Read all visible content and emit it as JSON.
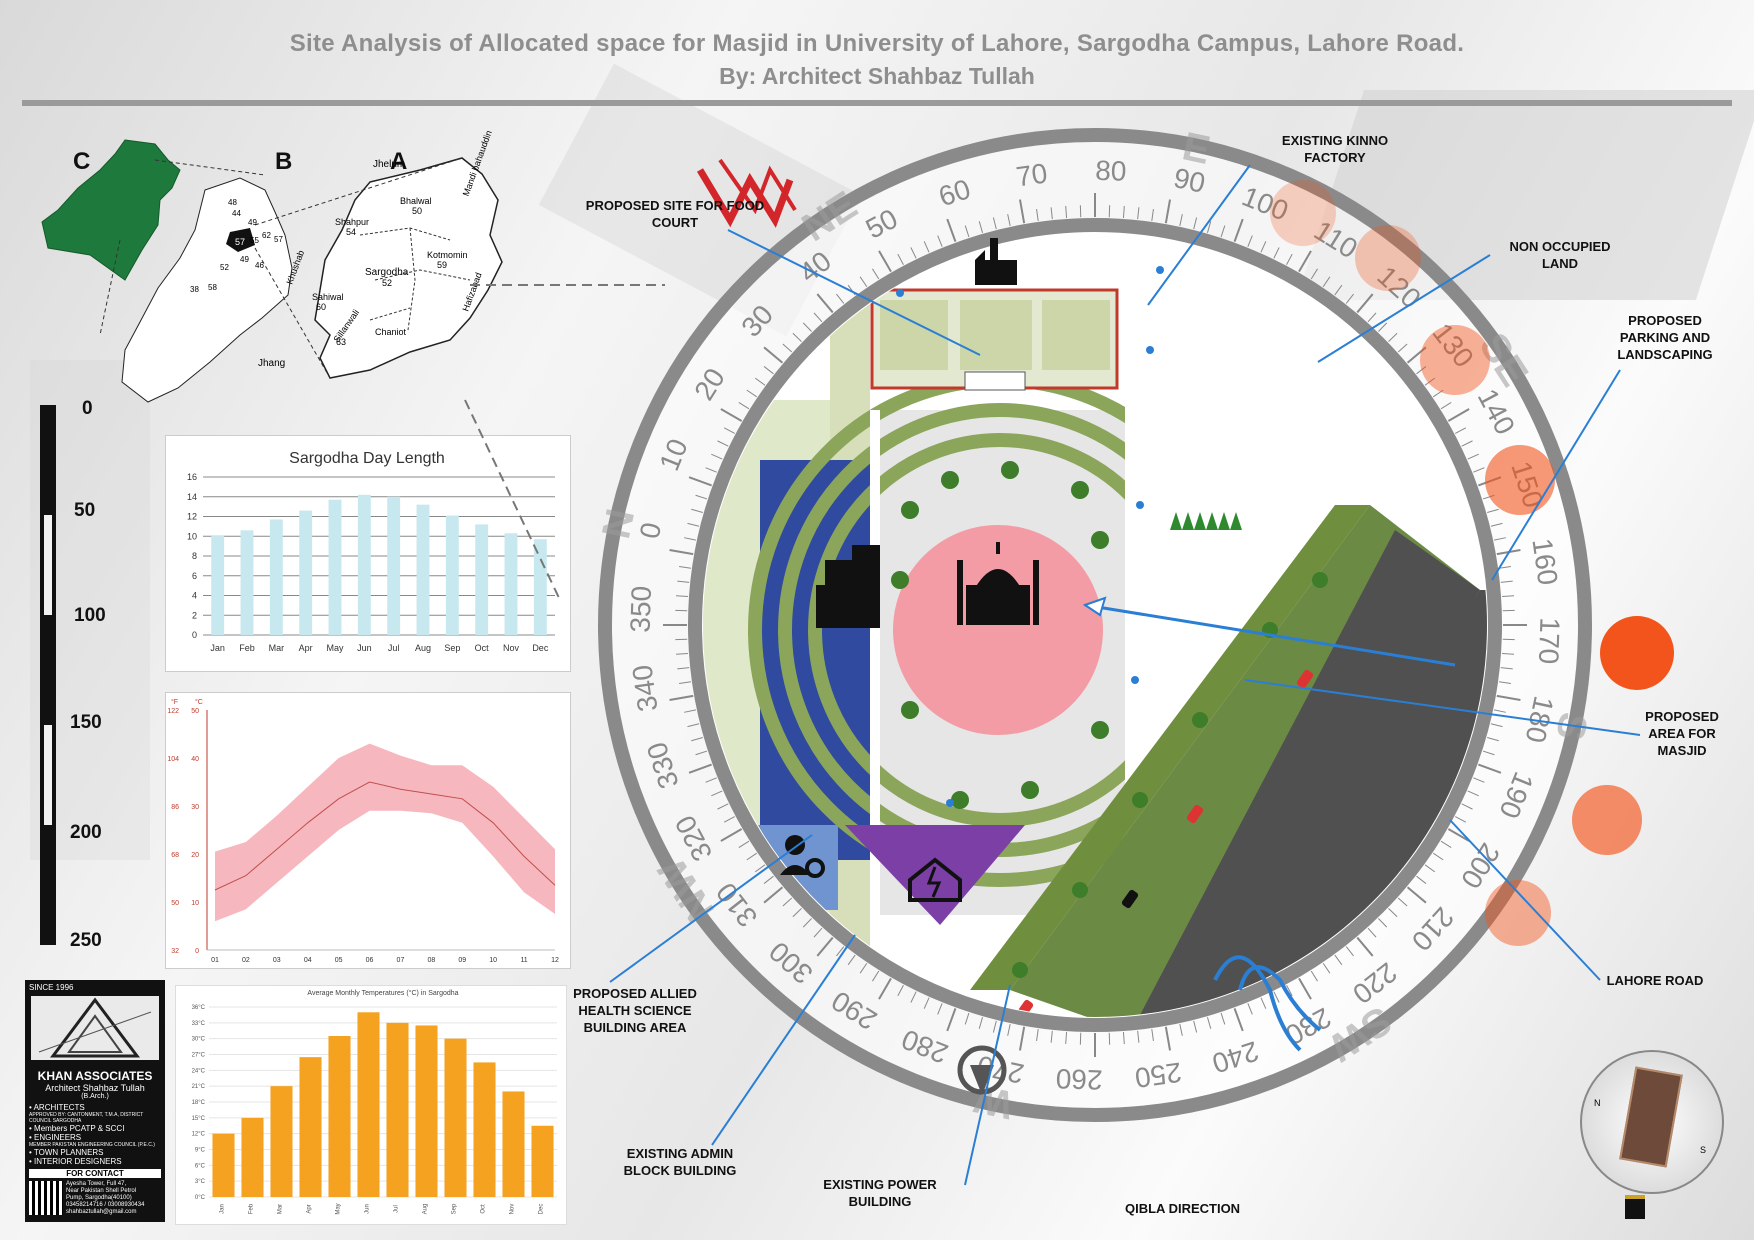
{
  "header": {
    "title": "Site Analysis of Allocated space for Masjid in University of Lahore, Sargodha Campus, Lahore Road.",
    "subtitle": "By: Architect Shahbaz Tullah"
  },
  "location_map": {
    "letters": [
      "C",
      "B",
      "A"
    ],
    "district_labels": [
      "Jhelum",
      "Bhalwal",
      "Mandi bahauddin",
      "Shahpur",
      "Khushab",
      "Kotmomin",
      "Sargodha",
      "Sahiwal",
      "Hafizabad",
      "Sillanwali",
      "Chaniot",
      "Jhang"
    ],
    "district_numbers": [
      "50",
      "54",
      "59",
      "52",
      "60",
      "63"
    ],
    "province_numbers": [
      "48",
      "44",
      "49",
      "62",
      "55",
      "57",
      "52",
      "49",
      "46",
      "38",
      "58"
    ],
    "highlight_number": "57"
  },
  "scale_bar": {
    "ticks": [
      "0",
      "50",
      "100",
      "150",
      "200",
      "250"
    ]
  },
  "day_length_chart": {
    "title": "Sargodha Day Length",
    "yticks": [
      "0",
      "2",
      "4",
      "6",
      "8",
      "10",
      "12",
      "14",
      "16"
    ],
    "months": [
      "Jan",
      "Feb",
      "Mar",
      "Apr",
      "May",
      "Jun",
      "Jul",
      "Aug",
      "Sep",
      "Oct",
      "Nov",
      "Dec"
    ],
    "values": [
      10.1,
      10.6,
      11.7,
      12.6,
      13.7,
      14.2,
      14.0,
      13.2,
      12.1,
      11.2,
      10.3,
      9.7
    ],
    "ylim": [
      0,
      16
    ],
    "bar_color": "#c7e8ef"
  },
  "temp_range_chart": {
    "yticks_f": [
      "32",
      "50",
      "68",
      "86",
      "104",
      "122"
    ],
    "yticks_c": [
      "0",
      "10",
      "20",
      "30",
      "40",
      "50"
    ],
    "unit_f": "°F",
    "unit_c": "°C",
    "months": [
      "01",
      "02",
      "03",
      "04",
      "05",
      "06",
      "07",
      "08",
      "09",
      "10",
      "11",
      "12"
    ],
    "avg": [
      12.5,
      15.5,
      21,
      26.5,
      31.5,
      35,
      33.5,
      32.5,
      31.5,
      26.5,
      19.5,
      13.5
    ],
    "min": [
      6,
      8.5,
      14,
      19.5,
      25,
      29,
      29,
      28.5,
      26.5,
      19.5,
      12,
      7.5
    ],
    "max": [
      20.5,
      22.5,
      28,
      34,
      40,
      43,
      40.5,
      38.5,
      38.5,
      34,
      27.5,
      21
    ],
    "ylim": [
      0,
      50
    ],
    "band_color": "#f6b8be",
    "line_color": "#c0504d"
  },
  "monthly_temp_chart": {
    "title": "Average Monthly Temperatures (°C) in Sargodha",
    "yticks": [
      "0°C",
      "3°C",
      "6°C",
      "9°C",
      "12°C",
      "15°C",
      "18°C",
      "21°C",
      "24°C",
      "27°C",
      "30°C",
      "33°C",
      "36°C"
    ],
    "months": [
      "Jan",
      "Feb",
      "Mar",
      "Apr",
      "May",
      "Jun",
      "Jul",
      "Aug",
      "Sep",
      "Oct",
      "Nov",
      "Dec"
    ],
    "values": [
      12,
      15,
      21,
      26.5,
      30.5,
      35,
      33,
      32.5,
      30,
      25.5,
      20,
      13.5
    ],
    "ylim": [
      0,
      36
    ],
    "bar_color": "#f4a21f"
  },
  "firm": {
    "since": "SINCE 1996",
    "name": "KHAN ASSOCIATES",
    "architect": "Architect Shahbaz Tullah",
    "degree": "(B.Arch.)",
    "lines": [
      "• ARCHITECTS",
      "APPROVED BY: CANTONMENT, T.M.A, DISTRICT COUNCIL SARGODHA",
      "• Members PCATP & SCCI",
      "• ENGINEERS",
      "MEMBER PAKISTAN ENGINEERING COUNCIL (P.E.C.)",
      "• TOWN PLANNERS",
      "• INTERIOR DESIGNERS"
    ],
    "contact_title": "FOR CONTACT",
    "contact_lines": [
      "Ayesha Tower, Full 47,",
      "Near Pakistan Shell Petrol",
      "Pump, Sargodha(40100)",
      "03458214716 / 03008930434",
      "shahbaztullah@gmail.com"
    ]
  },
  "compass": {
    "degree_labels": [
      "0",
      "10",
      "20",
      "30",
      "40",
      "50",
      "60",
      "70",
      "80",
      "90",
      "100",
      "110",
      "120",
      "130",
      "140",
      "150",
      "160",
      "170",
      "180",
      "190",
      "200",
      "210",
      "220",
      "230",
      "240",
      "250",
      "260",
      "270",
      "280",
      "290",
      "300",
      "310",
      "320",
      "330",
      "340",
      "350"
    ],
    "cardinal_labels": [
      "N",
      "NE",
      "E",
      "SE",
      "S",
      "SW",
      "W",
      "NW"
    ]
  },
  "callouts": {
    "food_court": "PROPOSED SITE FOR FOOD COURT",
    "kinno": "EXISTING KINNO FACTORY",
    "non_occupied": "NON OCCUPIED LAND",
    "parking": "PROPOSED PARKING AND LANDSCAPING",
    "masjid": "PROPOSED AREA FOR MASJID",
    "lahore_road": "LAHORE ROAD",
    "allied": "PROPOSED ALLIED HEALTH SCIENCE BUILDING AREA",
    "admin": "EXISTING ADMIN BLOCK BUILDING",
    "power": "EXISTING POWER BUILDING",
    "qibla": "QIBLA DIRECTION"
  },
  "small_compass": {
    "labels": [
      "N",
      "S"
    ]
  },
  "colors": {
    "health_block": "#2f4a9e",
    "admin_block": "#6f94cf",
    "power_block": "#7b3fa6",
    "masjid": "#f39ca5",
    "sun": "#f2541b",
    "road": "#505050",
    "accent_text": "#8e8e8e"
  }
}
